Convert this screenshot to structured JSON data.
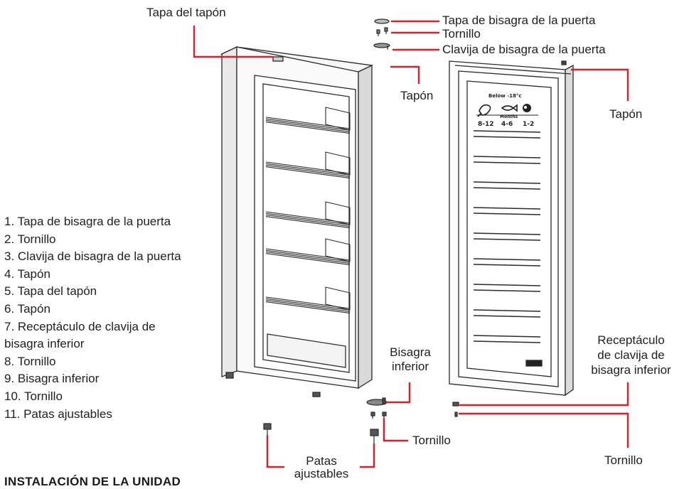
{
  "callouts": {
    "tapa_del_tapon": "Tapa del tapón",
    "tapa_bisagra_puerta": "Tapa de bisagra de la puerta",
    "tornillo_top": "Tornillo",
    "clavija_bisagra_puerta": "Clavija de bisagra de la puerta",
    "tapon_center": "Tapón",
    "tapon_right": "Tapón",
    "bisagra_inferior": [
      "Bisagra",
      "inferior"
    ],
    "tornillo_bottom": "Tornillo",
    "patas_ajustables": [
      "Patas",
      "ajustables"
    ],
    "receptaculo": [
      "Receptáculo",
      "de clavija de",
      "bisagra inferior"
    ],
    "tornillo_right": "Tornillo"
  },
  "parts_list": [
    "1. Tapa de bisagra de la puerta",
    "2. Tornillo",
    "3. Clavija de bisagra de la puerta",
    "4. Tapón",
    "5. Tapa del tapón",
    "6. Tapón",
    "7. Receptáculo de clavija de",
    "bisagra inferior",
    "8. Tornillo",
    "9. Bisagra inferior",
    "10. Tornillo",
    "11. Patas ajustables"
  ],
  "door_panel": {
    "heading": "Below -18°c",
    "months_label": "Months",
    "ranges": [
      "8-12",
      "4-6",
      "1-2"
    ],
    "food_icons": [
      "meat-icon",
      "fish-icon",
      "vegetable-icon"
    ]
  },
  "section_heading": "INSTALACIÓN DE LA UNIDAD",
  "colors": {
    "leader_line": "#d81f2a",
    "drawing_line": "#2b2b2b",
    "text": "#1f1f1f"
  }
}
